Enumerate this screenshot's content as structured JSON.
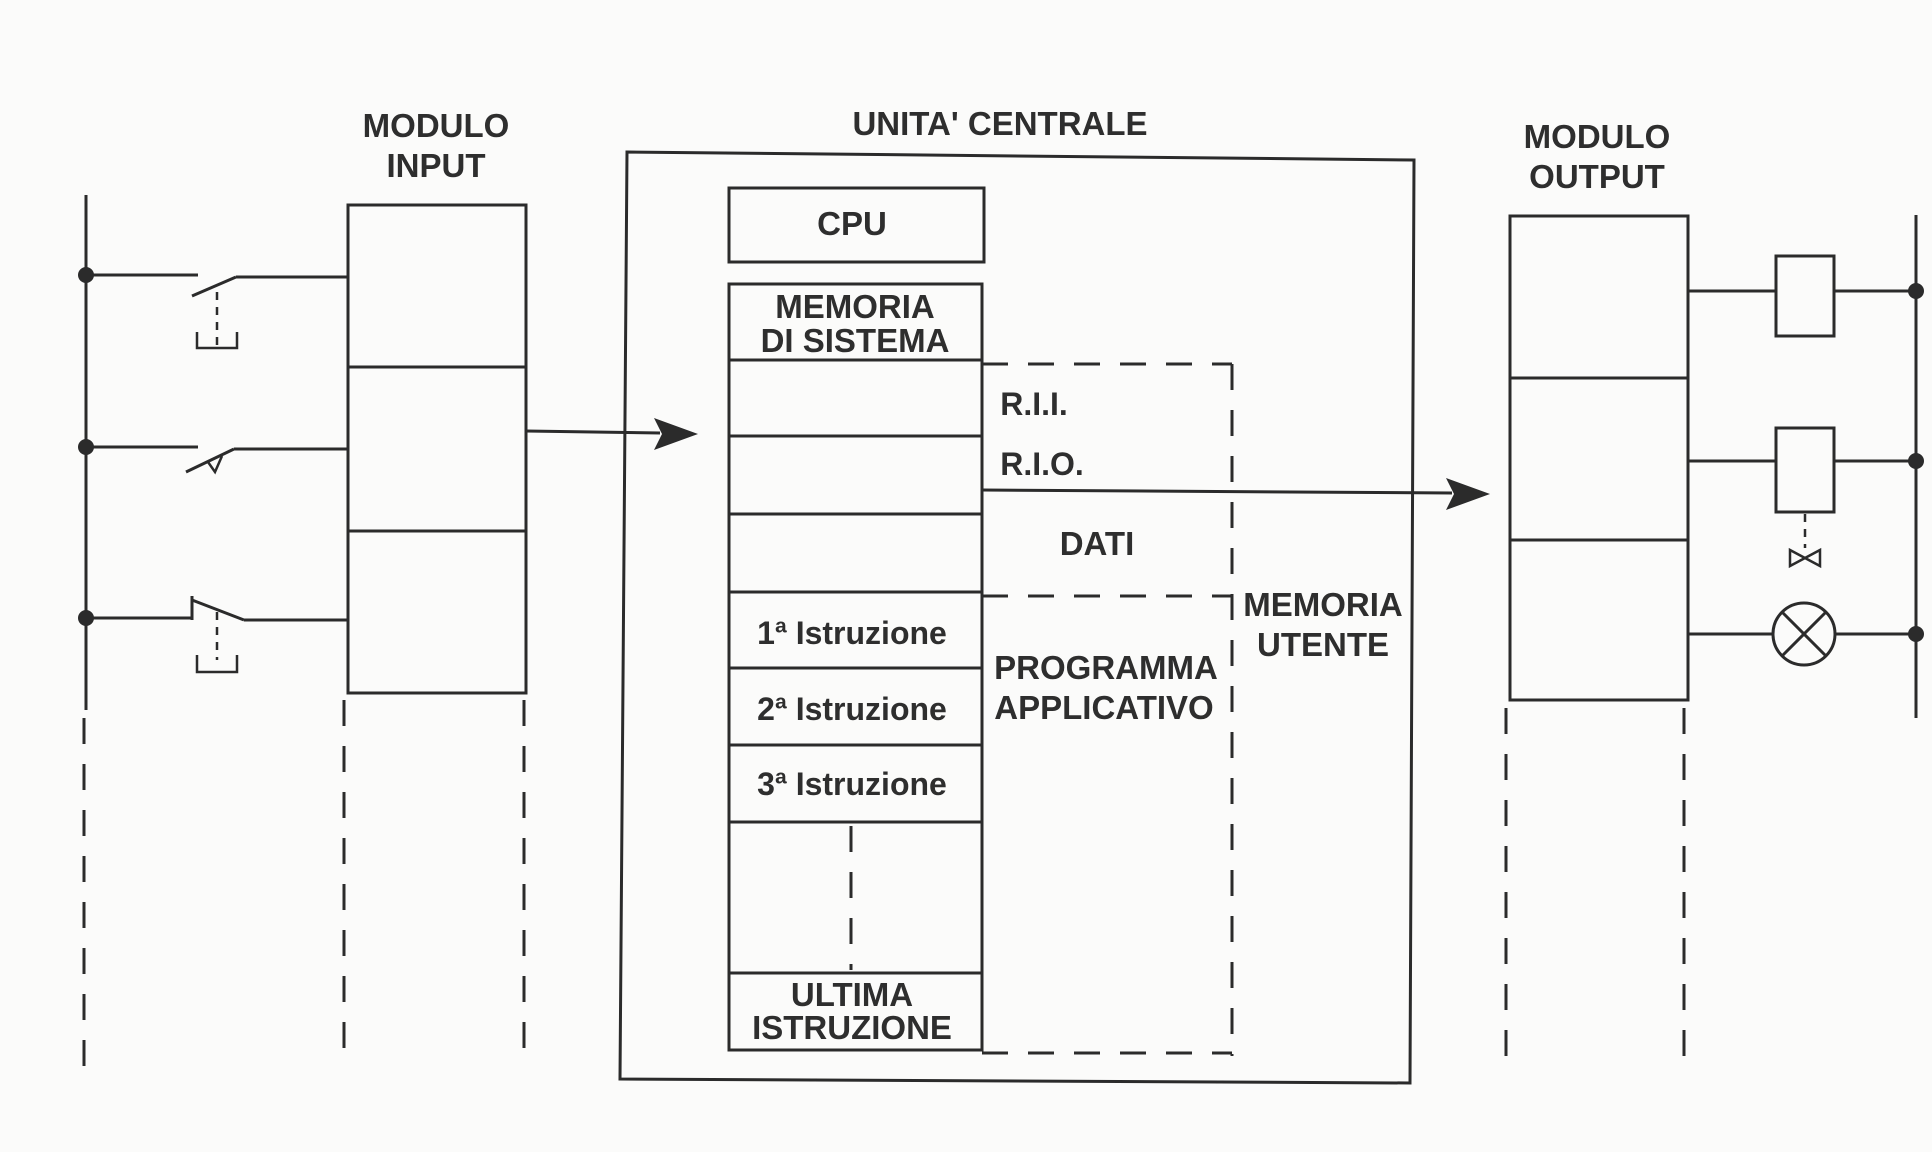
{
  "diagram": {
    "input_module": {
      "line1": "MODULO",
      "line2": "INPUT"
    },
    "central_unit": {
      "title": "UNITA' CENTRALE",
      "cpu": "CPU",
      "system_memory": {
        "line1": "MEMORIA",
        "line2": "DI SISTEMA"
      },
      "rii": "R.I.I.",
      "rio": "R.I.O.",
      "data": "DATI",
      "instructions": [
        "1ª Istruzione",
        "2ª Istruzione",
        "3ª Istruzione"
      ],
      "last_instruction": {
        "line1": "ULTIMA",
        "line2": "ISTRUZIONE"
      },
      "application_program": {
        "line1": "PROGRAMMA",
        "line2": "APPLICATIVO"
      },
      "user_memory": {
        "line1": "MEMORIA",
        "line2": "UTENTE"
      }
    },
    "output_module": {
      "line1": "MODULO",
      "line2": "OUTPUT"
    },
    "inputs": [
      "pushbutton-no-icon",
      "switch-no-icon",
      "pushbutton-nc-icon"
    ],
    "outputs": [
      "relay-coil-icon",
      "solenoid-valve-icon",
      "signal-lamp-icon"
    ]
  }
}
